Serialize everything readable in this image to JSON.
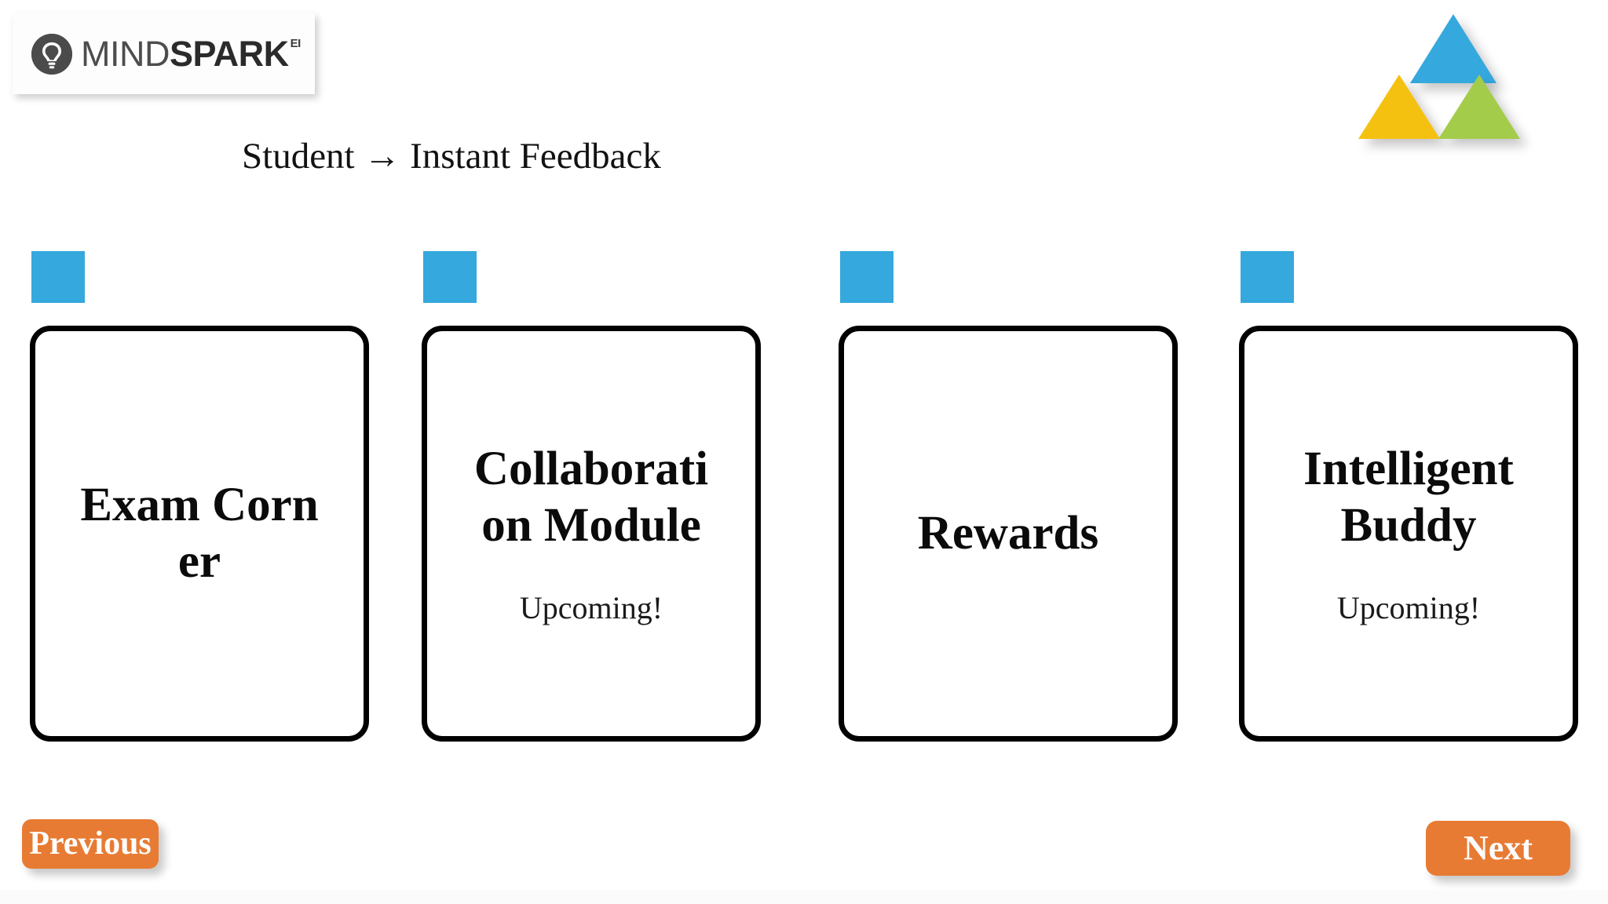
{
  "brand": {
    "logo_mind": "MIND",
    "logo_spark": "SPARK",
    "logo_superscript": "EI",
    "bulb_icon": "lightbulb-icon",
    "mark_icon": "three-triangles-logo",
    "colors": {
      "tab_blue": "#35A8DE",
      "triangle_blue": "#35A8DE",
      "triangle_yellow": "#F5C111",
      "triangle_green": "#A4CC4B",
      "button_orange": "#E87B33",
      "card_border": "#010101",
      "background": "#FFFFFF"
    }
  },
  "header": {
    "title": "Student → Instant Feedback"
  },
  "cards": [
    {
      "tab_color": "#35A8DE",
      "title": "Exam Corner",
      "subtitle": ""
    },
    {
      "tab_color": "#35A8DE",
      "title": "Collaboration Module",
      "subtitle": "Upcoming!"
    },
    {
      "tab_color": "#35A8DE",
      "title": "Rewards",
      "subtitle": ""
    },
    {
      "tab_color": "#35A8DE",
      "title": "Intelligent Buddy",
      "subtitle": "Upcoming!"
    }
  ],
  "nav": {
    "previous_label": "Previous",
    "next_label": "Next"
  }
}
